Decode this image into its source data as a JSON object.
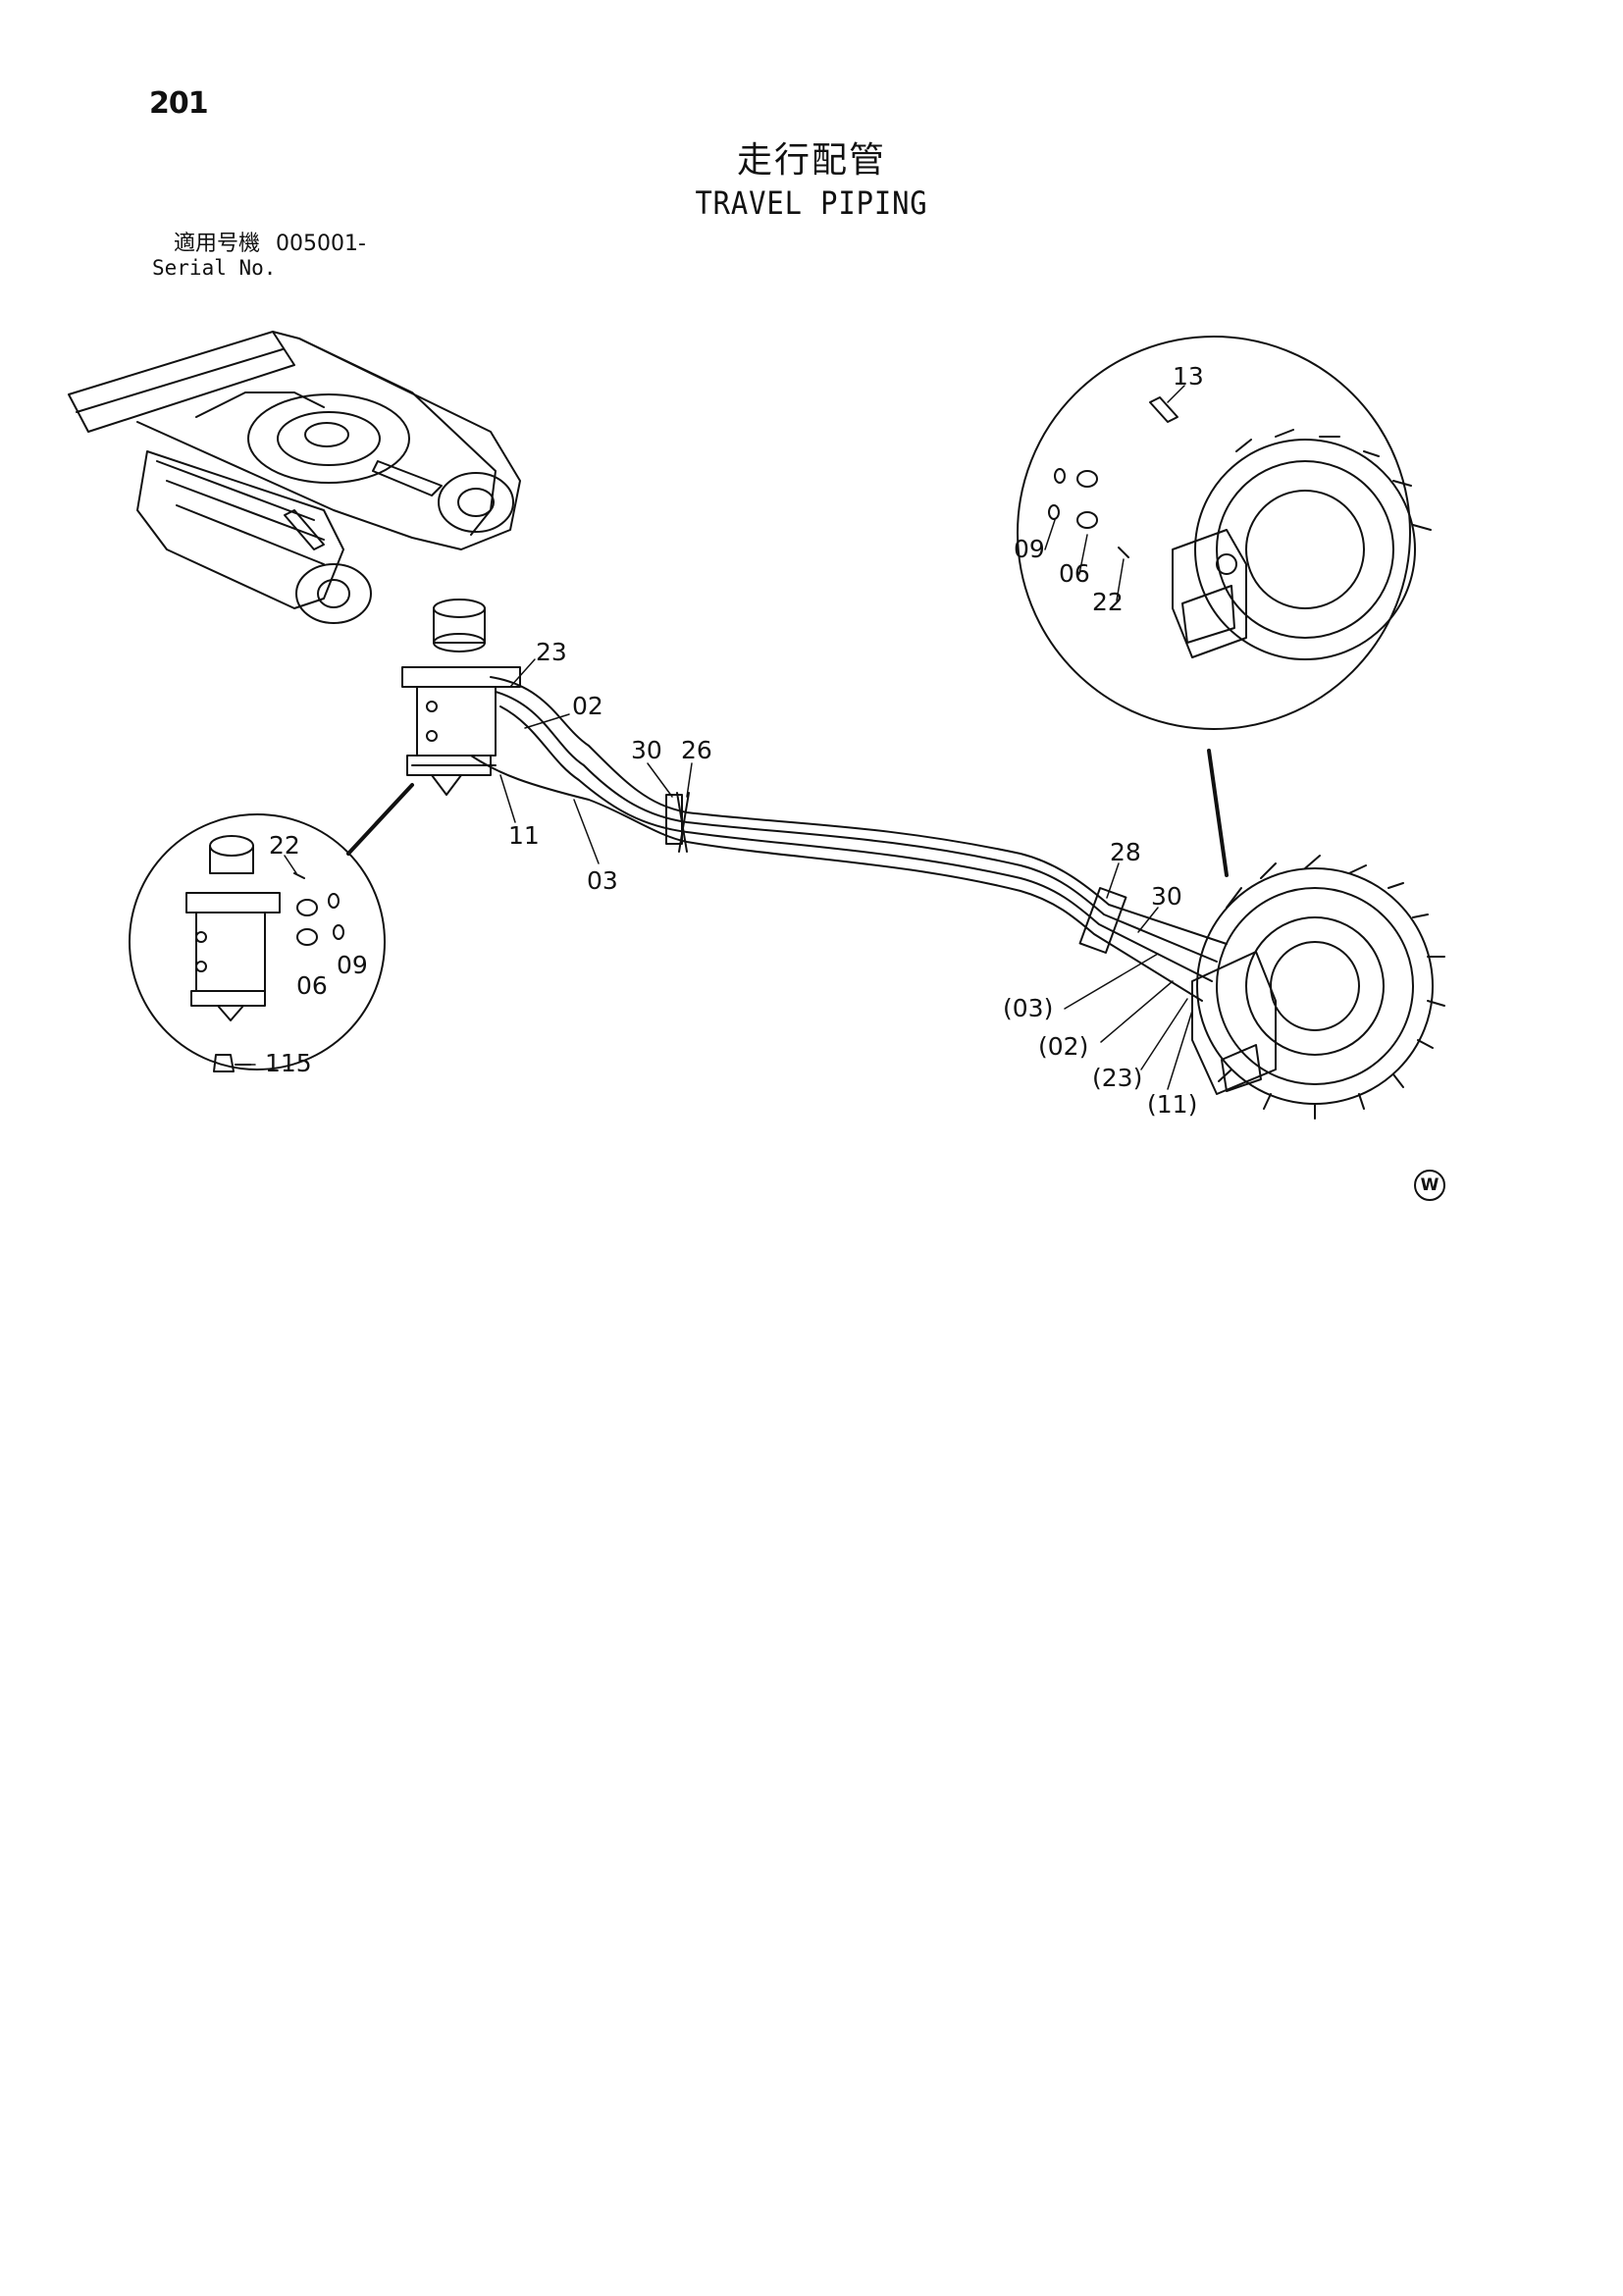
{
  "page_number": "201",
  "title_jp": "走行配管",
  "title_en": "TRAVEL PIPING",
  "serial": {
    "label_jp": "適用号機",
    "number": "005001-",
    "label_en": "Serial No."
  },
  "callouts": {
    "p23": "23",
    "p02": "02",
    "p30a": "30",
    "p26": "26",
    "p11": "11",
    "p03": "03",
    "p28": "28",
    "p30b": "30",
    "r03": "(03)",
    "r02": "(02)",
    "r23": "(23)",
    "r11": "(11)",
    "d13": "13",
    "d09": "09",
    "d06": "06",
    "d22": "22",
    "s22": "22",
    "s09": "09",
    "s06": "06",
    "s115": "115"
  },
  "watermark": "W"
}
